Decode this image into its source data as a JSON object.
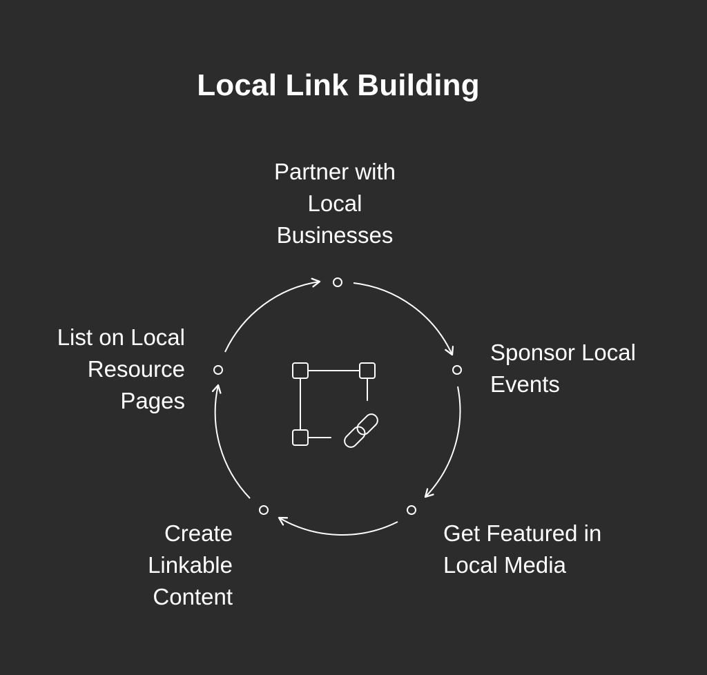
{
  "title": "Local Link Building",
  "steps": [
    {
      "lines": [
        "Partner with",
        "Local",
        "Businesses"
      ]
    },
    {
      "lines": [
        "Sponsor Local",
        "Events"
      ]
    },
    {
      "lines": [
        "Get Featured in",
        "Local Media"
      ]
    },
    {
      "lines": [
        "Create",
        "Linkable",
        "Content"
      ]
    },
    {
      "lines": [
        "List on Local",
        "Resource",
        "Pages"
      ]
    }
  ],
  "center_icon": "link-network-icon",
  "colors": {
    "background": "#2c2c2c",
    "foreground": "#ffffff"
  }
}
